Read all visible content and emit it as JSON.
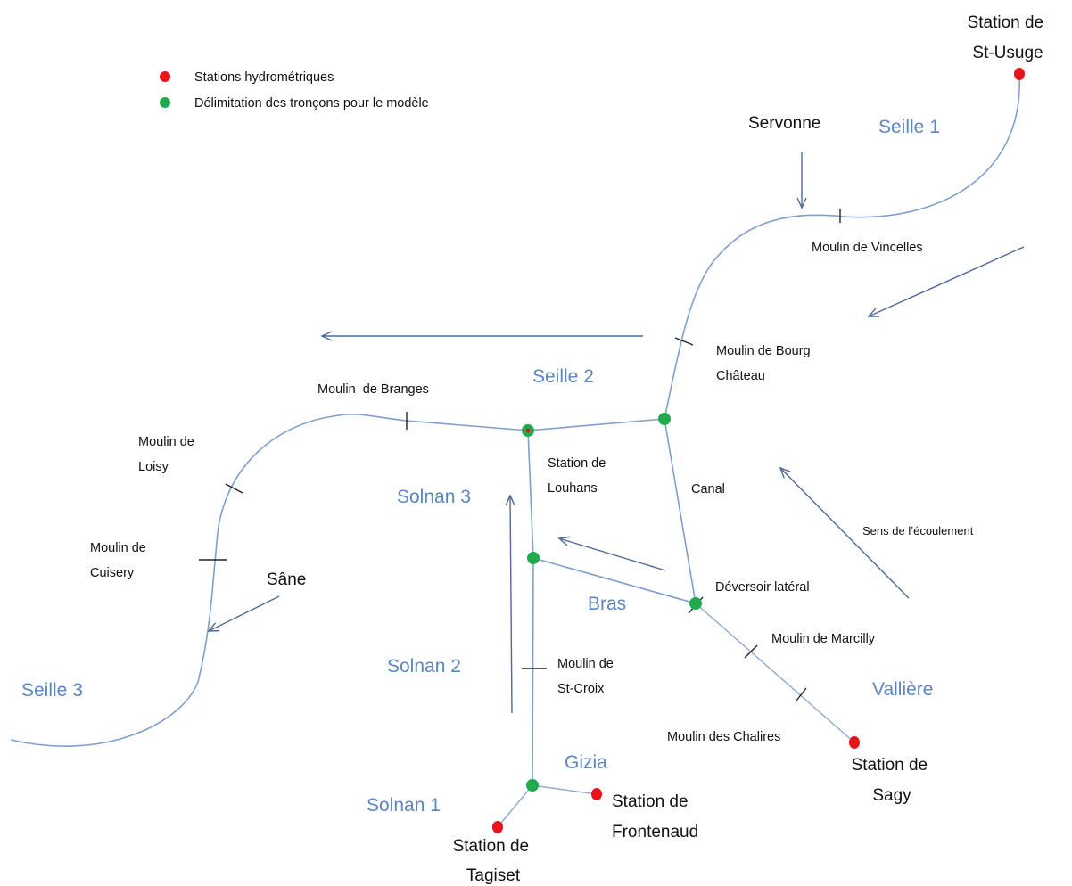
{
  "legend": {
    "stations": "Stations hydrométriques",
    "stations_color": "#e8141c",
    "nodes": "Délimitation des tronçons pour le modèle",
    "nodes_color": "#1faa4e"
  },
  "reaches": {
    "seille1": "Seille 1",
    "seille2": "Seille 2",
    "seille3": "Seille 3",
    "solnan1": "Solnan 1",
    "solnan2": "Solnan 2",
    "solnan3": "Solnan 3",
    "bras": "Bras",
    "gizia": "Gizia",
    "valliere": "Vallière",
    "color": "#5b86c0"
  },
  "tributaries": {
    "servonne": "Servonne",
    "sane": "Sâne",
    "canal": "Canal"
  },
  "stations": {
    "st_usuge": [
      "Station de",
      "St-Usuge"
    ],
    "sagy": [
      "Station de",
      "Sagy"
    ],
    "frontenaud": [
      "Station de",
      "Frontenaud"
    ],
    "tagiset": [
      "Station de",
      "Tagiset"
    ],
    "louhans": [
      "Station de",
      "Louhans"
    ]
  },
  "mills": {
    "vincelles": "Moulin de Vincelles",
    "bourg_chateau": [
      "Moulin de Bourg",
      "Château"
    ],
    "branges": "Moulin  de Branges",
    "loisy": [
      "Moulin de",
      "Loisy"
    ],
    "cuisery": [
      "Moulin de",
      "Cuisery"
    ],
    "st_croix": [
      "Moulin de",
      "St-Croix"
    ],
    "marcilly": "Moulin de Marcilly",
    "chalires": "Moulin des Chalires"
  },
  "annotations": {
    "deversoir": "Déversoir latéral",
    "flow_direction": "Sens de l’écoulement"
  }
}
